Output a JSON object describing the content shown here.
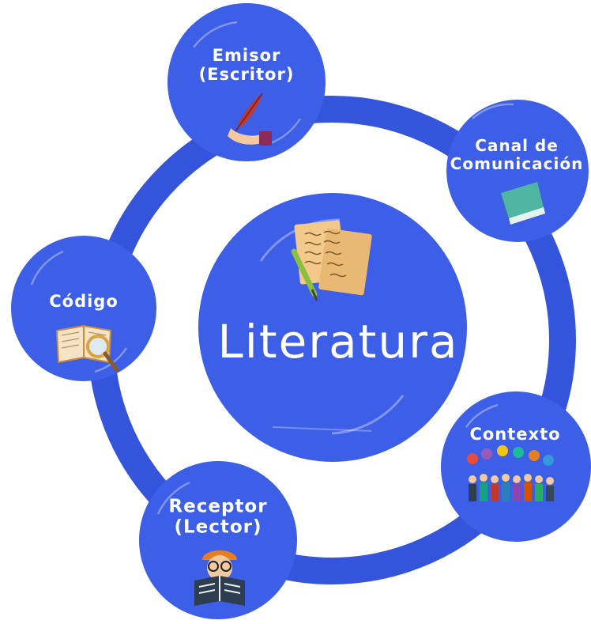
{
  "colors": {
    "primary_blue": "#3d5ee6",
    "ring_blue": "#3554dc",
    "white": "#ffffff"
  },
  "center": {
    "title": "Literatura",
    "icon": "papers-and-quill-icon"
  },
  "nodes": [
    {
      "id": "emisor",
      "lines": [
        "Emisor",
        "(Escritor)"
      ],
      "icon": "quill-hand-icon"
    },
    {
      "id": "canal",
      "lines": [
        "Canal de",
        "Comunicación"
      ],
      "icon": "book-icon"
    },
    {
      "id": "contexto",
      "lines": [
        "Contexto"
      ],
      "icon": "people-crowd-icon"
    },
    {
      "id": "receptor",
      "lines": [
        "Receptor",
        "(Lector)"
      ],
      "icon": "reader-icon"
    },
    {
      "id": "codigo",
      "lines": [
        "Código"
      ],
      "icon": "book-magnifier-icon"
    }
  ]
}
